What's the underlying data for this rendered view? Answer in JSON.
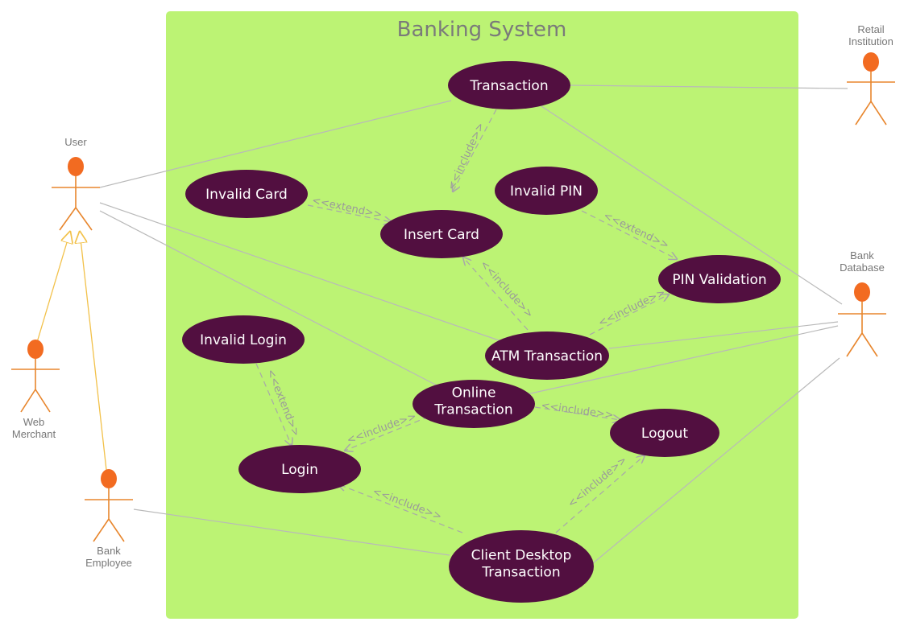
{
  "system": {
    "title": "Banking System",
    "background": "#bcf374"
  },
  "colors": {
    "usecase": "#520f40",
    "actor": "#f26b21",
    "association": "#b9b9b9",
    "dependency": "#a8a8a8",
    "generalization": "#f2c14a"
  },
  "actors": [
    {
      "id": "user",
      "name": "User"
    },
    {
      "id": "retail",
      "name": "Retail\nInstitution"
    },
    {
      "id": "bankdb",
      "name": "Bank\nDatabase"
    },
    {
      "id": "webmerchant",
      "name": "Web\nMerchant"
    },
    {
      "id": "employee",
      "name": "Bank\nEmployee"
    }
  ],
  "usecases": [
    {
      "id": "transaction",
      "name": "Transaction"
    },
    {
      "id": "invalidcard",
      "name": "Invalid Card"
    },
    {
      "id": "invalidpin",
      "name": "Invalid PIN"
    },
    {
      "id": "insertcard",
      "name": "Insert Card"
    },
    {
      "id": "pinvalidation",
      "name": "PIN Validation"
    },
    {
      "id": "invalidlogin",
      "name": "Invalid Login"
    },
    {
      "id": "atm",
      "name": "ATM Transaction"
    },
    {
      "id": "online",
      "name": "Online\nTransaction"
    },
    {
      "id": "logout",
      "name": "Logout"
    },
    {
      "id": "login",
      "name": "Login"
    },
    {
      "id": "desktop",
      "name": "Client Desktop\nTransaction"
    }
  ],
  "relationships": [
    {
      "id": "r-tx-insert",
      "type": "include",
      "label": "<<include>>",
      "from": "transaction",
      "to": "insertcard"
    },
    {
      "id": "r-card-insert",
      "type": "extend",
      "label": "<<extend>>",
      "from": "invalidcard",
      "to": "insertcard"
    },
    {
      "id": "r-pin-validation",
      "type": "extend",
      "label": "<<extend>>",
      "from": "invalidpin",
      "to": "pinvalidation"
    },
    {
      "id": "r-atm-insert",
      "type": "include",
      "label": "<<include>>",
      "from": "atm",
      "to": "insertcard"
    },
    {
      "id": "r-atm-pin",
      "type": "include",
      "label": "<<include>>",
      "from": "atm",
      "to": "pinvalidation"
    },
    {
      "id": "r-login-login",
      "type": "extend",
      "label": "<<extend>>",
      "from": "invalidlogin",
      "to": "login"
    },
    {
      "id": "r-online-login",
      "type": "include",
      "label": "<<include>>",
      "from": "online",
      "to": "login"
    },
    {
      "id": "r-online-logout",
      "type": "include",
      "label": "<<include>>",
      "from": "online",
      "to": "logout"
    },
    {
      "id": "r-desktop-login",
      "type": "include",
      "label": "<<include>>",
      "from": "desktop",
      "to": "login"
    },
    {
      "id": "r-desktop-logout",
      "type": "include",
      "label": "<<include>>",
      "from": "desktop",
      "to": "logout"
    }
  ],
  "associations": [
    {
      "from": "user",
      "to": "transaction"
    },
    {
      "from": "user",
      "to": "atm"
    },
    {
      "from": "user",
      "to": "online"
    },
    {
      "from": "retail",
      "to": "transaction"
    },
    {
      "from": "bankdb",
      "to": "transaction"
    },
    {
      "from": "bankdb",
      "to": "atm"
    },
    {
      "from": "bankdb",
      "to": "online"
    },
    {
      "from": "bankdb",
      "to": "desktop"
    },
    {
      "from": "employee",
      "to": "desktop"
    }
  ],
  "generalizations": [
    {
      "from": "webmerchant",
      "to": "user"
    },
    {
      "from": "employee",
      "to": "user"
    }
  ]
}
